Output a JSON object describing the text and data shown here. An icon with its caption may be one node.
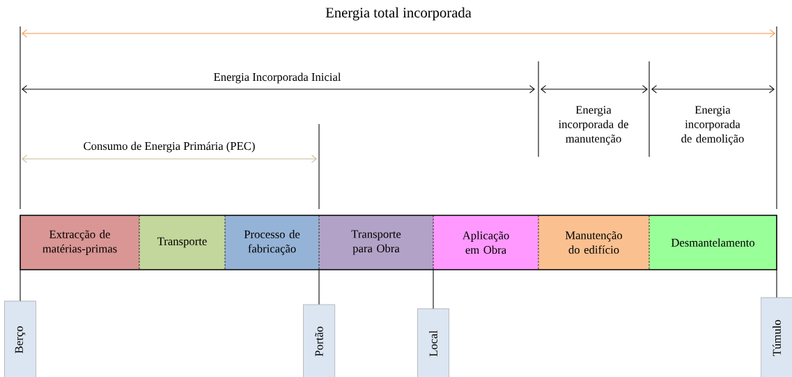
{
  "diagram": {
    "nodes": [
      {
        "text": [
          "Extracção de matérias-primas"
        ]
      },
      {
        "text": [
          "Transporte"
        ]
      },
      {
        "text": [
          "Processo de fabricação"
        ]
      },
      {
        "text": [
          "Transporte para Obra"
        ]
      },
      {
        "text": [
          "Aplicação em Obra"
        ]
      },
      {
        "text": [
          "Manutenção do edifício"
        ]
      },
      {
        "text": [
          "Desmantelamento"
        ]
      },
      {
        "text": [
          "Berço"
        ]
      },
      {
        "text": [
          "Portão"
        ]
      },
      {
        "text": [
          "Local"
        ]
      },
      {
        "text": [
          "Túmulo"
        ]
      }
    ],
    "edges": [
      {
        "from": 7,
        "to": 0,
        "arrow": "none"
      },
      {
        "from": 8,
        "to": 2,
        "arrow": "none"
      },
      {
        "from": 9,
        "to": 4,
        "arrow": "none"
      },
      {
        "from": 10,
        "to": 6,
        "arrow": "none"
      }
    ],
    "labels": [
      "Energia total incorporada",
      "Energia Incorporada Inicial",
      "Energia incorporada de manutenção",
      "Energia incorporada de demolição",
      "Consumo de Energia Primária (PEC)"
    ]
  }
}
